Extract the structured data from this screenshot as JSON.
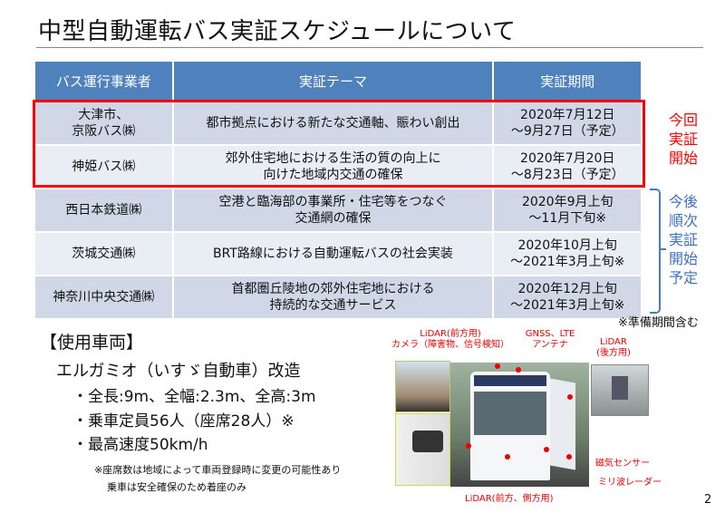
{
  "title": "中型自動運転バス実証スケジュールについて",
  "table": {
    "headers": [
      "バス運行事業者",
      "実証テーマ",
      "実証期間"
    ],
    "rows": [
      {
        "operator": "大津市、\n京阪バス㈱",
        "theme": "都市拠点における新たな交通軸、賑わい創出",
        "period": "2020年7月12日\n～9月27日（予定）"
      },
      {
        "operator": "神姫バス㈱",
        "theme": "郊外住宅地における生活の質の向上に\n向けた地域内交通の確保",
        "period": "2020年7月20日\n～8月23日（予定）"
      },
      {
        "operator": "西日本鉄道㈱",
        "theme": "空港と臨海部の事業所・住宅等をつなぐ\n交通網の確保",
        "period": "2020年9月上旬\n～11月下旬※"
      },
      {
        "operator": "茨城交通㈱",
        "theme": "BRT路線における自動運転バスの社会実装",
        "period": "2020年10月上旬\n～2021年3月上旬※"
      },
      {
        "operator": "神奈川中央交通㈱",
        "theme": "首都圏丘陵地の郊外住宅地における\n持続的な交通サービス",
        "period": "2020年12月上旬\n～2021年3月上旬※"
      }
    ]
  },
  "side": {
    "current": "今回実証開始",
    "upcoming": "今後順次実証開始予定",
    "note": "※準備期間含む"
  },
  "vehicle": {
    "heading": "【使用車両】",
    "model": "エルガミオ（いすゞ自動車）改造",
    "specs": [
      "・全長:9m、全幅:2.3m、全高:3m",
      "・乗車定員56人（座席28人）※",
      "・最高速度50km/h"
    ],
    "footnotes": [
      "※座席数は地域によって車両登録時に変更の可能性あり",
      "乗車は安全確保のため着座のみ"
    ]
  },
  "photo_labels": {
    "lidar_front": "LiDAR(前方用)\nカメラ（障害物、信号検知）",
    "gnss": "GNSS、LTE\nアンテナ",
    "lidar_rear": "LiDAR\n(後方用)",
    "magnetic": "磁気センサー",
    "radar": "ミリ波レーダー",
    "lidar_side": "LiDAR(前方、側方用)"
  },
  "page_number": "2",
  "colors": {
    "header": "#4f81bd",
    "row_odd": "#d0d8e8",
    "row_even": "#e9edf4",
    "highlight": "#ff0000",
    "upcoming": "#3d6fbf"
  }
}
